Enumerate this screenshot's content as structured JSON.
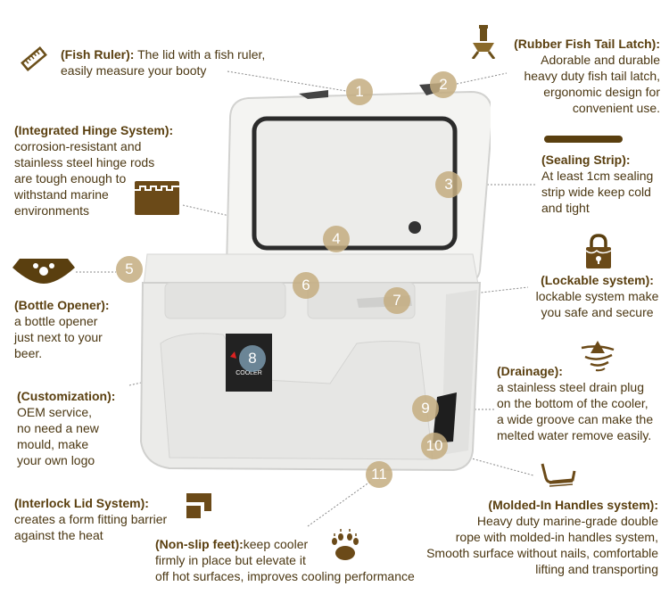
{
  "features": [
    {
      "id": 1,
      "title": "(Fish Ruler):",
      "body": [
        "The lid with a fish ruler,",
        "easily measure your booty"
      ],
      "icon": "ruler-icon"
    },
    {
      "id": 2,
      "title": "(Rubber Fish Tail Latch):",
      "body": [
        "Adorable and durable",
        "heavy duty fish tail latch,",
        "ergonomic design for",
        "convenient use."
      ],
      "icon": "fish-tail-latch-icon"
    },
    {
      "id": 3,
      "title": "(Sealing Strip):",
      "body": [
        "At least 1cm sealing",
        "strip wide keep cold",
        "and tight"
      ],
      "icon": "sealing-strip-icon"
    },
    {
      "id": 4,
      "title": "(Integrated Hinge System):",
      "body": [
        "corrosion-resistant and",
        "stainless steel hinge rods",
        "are tough enough to",
        "withstand marine",
        "environments"
      ],
      "icon": "hinge-icon"
    },
    {
      "id": 5,
      "title": "(Bottle Opener):",
      "body": [
        "a bottle opener",
        "just next to your",
        "beer."
      ],
      "icon": "bottle-opener-icon"
    },
    {
      "id": 6,
      "title": "(Interlock Lid System):",
      "body": [
        "creates a form fitting barrier",
        "against the heat"
      ],
      "icon": "interlock-icon"
    },
    {
      "id": 7,
      "title": "(Lockable system):",
      "body": [
        "lockable system make",
        "you safe and secure"
      ],
      "icon": "padlock-icon"
    },
    {
      "id": 8,
      "title": "(Customization):",
      "body": [
        "OEM service,",
        "no need a new",
        "mould, make",
        "your own logo"
      ],
      "icon": ""
    },
    {
      "id": 9,
      "title": "(Drainage):",
      "body": [
        "a stainless steel drain plug",
        "on the bottom of the cooler,",
        "a wide groove can make the",
        "melted water remove easily."
      ],
      "icon": "drain-icon"
    },
    {
      "id": 10,
      "title": "(Molded-In Handles system):",
      "body": [
        "Heavy duty marine-grade double",
        "rope with molded-in handles system,",
        "Smooth surface without nails, comfortable",
        "lifting and transporting"
      ],
      "icon": "handle-icon"
    },
    {
      "id": 11,
      "title": "(Non-slip feet):",
      "title_suffix": "keep cooler",
      "body": [
        "firmly in place but elevate it",
        "off hot surfaces, improves cooling performance"
      ],
      "icon": "paw-icon"
    }
  ],
  "markers": [
    "1",
    "2",
    "3",
    "4",
    "5",
    "6",
    "7",
    "8",
    "9",
    "10",
    "11"
  ],
  "logo_badge": {
    "brand": "COOLER"
  },
  "colors": {
    "accent": "#5a3f0f",
    "marker": "#c4ad80",
    "text": "#4b3712"
  }
}
